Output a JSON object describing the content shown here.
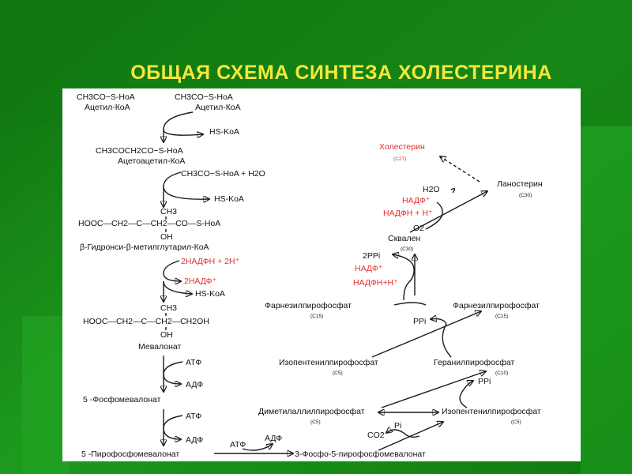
{
  "title": "ОБЩАЯ СХЕМА СИНТЕЗА ХОЛЕСТЕРИНА",
  "colors": {
    "background": "#1a8a1a",
    "title": "#f2e83c",
    "panel": "#ffffff",
    "highlight": "#e03030"
  },
  "left": {
    "acetyl1_formula": "CH3CO−S-HoA",
    "acetyl1_name": "Ацетил-КоА",
    "acetyl2_formula": "CH3CO−S-HoA",
    "acetyl2_name": "Ацетил-КоА",
    "hskoa1": "HS-KoA",
    "acetoacetyl_formula": "CH3COCH2CO−S-HoA",
    "acetoacetyl_name": "Ацетоацетил-КоА",
    "acetyl3_formula": "CH3CO−S-HoA + H2O",
    "hskoa2": "HS-KoA",
    "ch3_1": "CH3",
    "hmg_formula": "HOOC—CH2—C—CH2—CO—S-HoA",
    "oh1": "OH",
    "hmg_name": "β-Гидронси-β-метилглутарил-КоА",
    "nadph_in": "2НАДФН + 2Н⁺",
    "nadp_out": "2НАДФ⁺",
    "hskoa3": "HS-KoA",
    "ch3_2": "CH3",
    "mev_formula": "HOOC—CH2—C—CH2—CH2OH",
    "oh2": "OH",
    "mevalonate": "Мевалонат",
    "atf1": "АТФ",
    "adf1": "АДФ",
    "phosphomev": "5 -Фосфомевалонат",
    "atf2": "АТФ",
    "adf2": "АДФ",
    "pyrophosphomev": "5 -Пирофосфомевалонат"
  },
  "bottom": {
    "atf": "АТФ",
    "adf": "АДФ",
    "phospho_pyro": "3-Фосфо-5-пирофосфомевалонат"
  },
  "right": {
    "cholesterol": "Холестерин",
    "cholesterol_c": "(C27)",
    "lanosterol": "Ланостерин",
    "lanosterol_c": "(C30)",
    "h2o": "H2O",
    "nadp": "НАДФ⁺",
    "nadph": "НАДФН + H⁺",
    "o2": "O2",
    "squalene": "Сквален",
    "squalene_c": "(C30)",
    "pp2": "2PPi",
    "nadp2": "НАДФ⁺",
    "nadph2": "НАДФН+Н⁺",
    "farnesyl_left": "Фарнезилпирофосфат",
    "farnesyl_left_c": "(C15)",
    "farnesyl_right": "Фарнезилпирофосфат",
    "farnesyl_right_c": "(C15)",
    "ppi1": "PPi",
    "isopentenyl1": "Изопентенилпирофосфат",
    "isopentenyl1_c": "(C5)",
    "geranyl": "Геранилпирофосфат",
    "geranyl_c": "(C10)",
    "ppi2": "PPi",
    "dimethylallyl": "Диметилаллилпирофосфат",
    "dimethylallyl_c": "(C5)",
    "isopentenyl2": "Изопентенилпирофосфат",
    "isopentenyl2_c": "(C5)",
    "pi": "Pi",
    "co2": "CO2"
  }
}
